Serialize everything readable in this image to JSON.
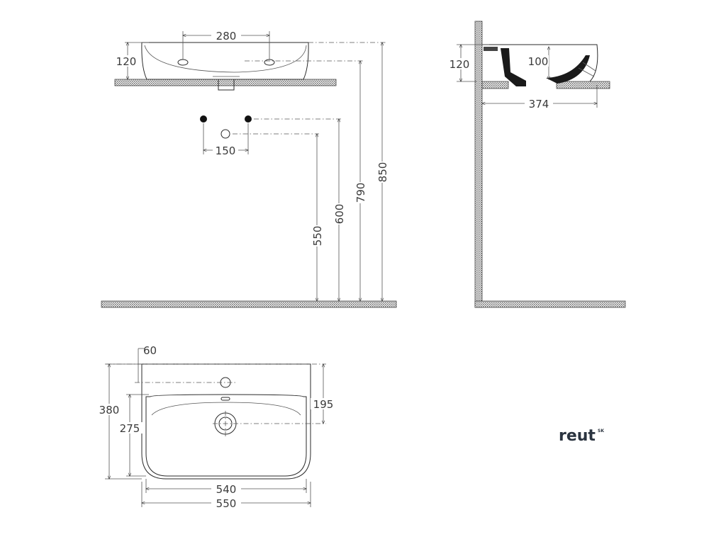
{
  "diagram": {
    "front_view": {
      "faucet_hole_spacing": "280",
      "basin_height": "120",
      "supply_spacing": "150",
      "height_850": "850",
      "height_790": "790",
      "height_600": "600",
      "height_550": "550"
    },
    "side_view": {
      "basin_height": "120",
      "inner_depth": "100",
      "projection": "374"
    },
    "top_view": {
      "faucet_hole_offset": "60",
      "total_depth": "380",
      "inner_depth": "275",
      "drain_offset": "195",
      "inner_width": "540",
      "total_width": "550"
    }
  },
  "brand": {
    "name": "reut",
    "superscript": "SK",
    "color": "#2b3440"
  },
  "colors": {
    "line": "#2a2a2a",
    "hatch": "#6a6a6a",
    "background": "#ffffff"
  }
}
